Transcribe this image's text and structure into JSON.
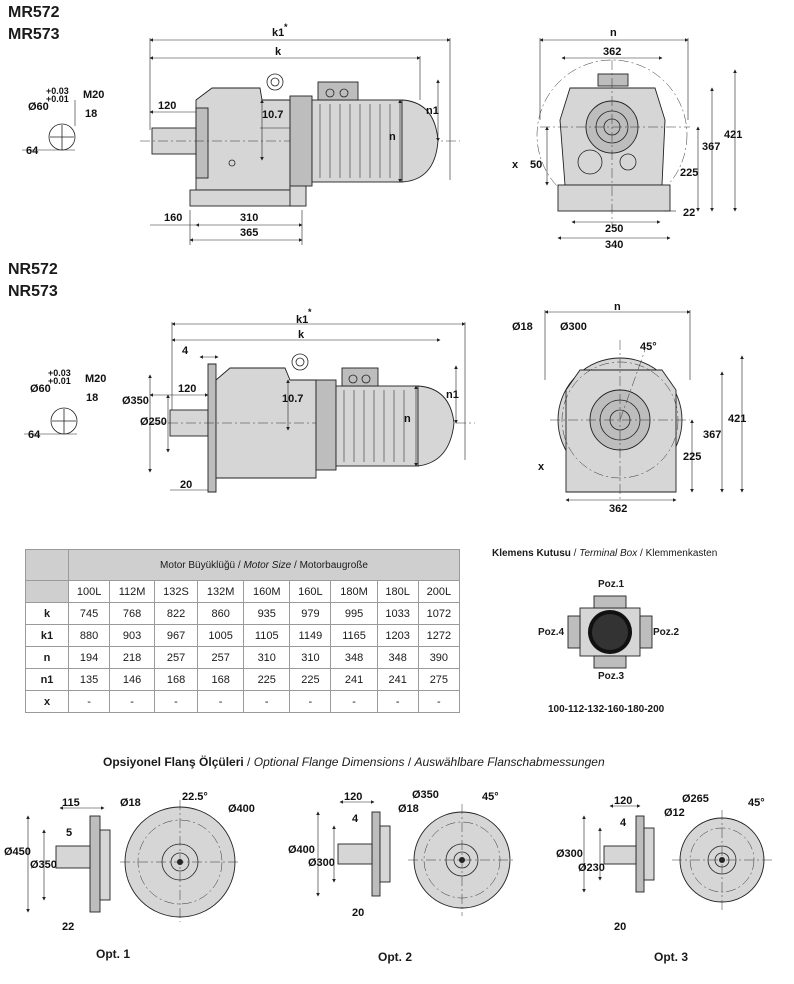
{
  "models_top": [
    "MR572",
    "MR573"
  ],
  "models_mid": [
    "NR572",
    "NR573"
  ],
  "dims_top": {
    "k1": "k1",
    "k1_star": "*",
    "k": "k",
    "n": "n",
    "n1": "n1",
    "d120": "120",
    "d107": "10.7",
    "d160": "160",
    "d310": "310",
    "d365": "365",
    "shaft_dia": "Ø60",
    "tol_plus": "+0.03",
    "tol_plus2": "+0.01",
    "thread": "M20",
    "d18": "18",
    "d64": "64",
    "e362": "362",
    "e421": "421",
    "e367": "367",
    "e225": "225",
    "e50": "50",
    "ex": "x",
    "e250": "250",
    "e22": "22",
    "e340": "340"
  },
  "dims_mid": {
    "k1": "k1",
    "k1_star": "*",
    "k": "k",
    "n": "n",
    "n1": "n1",
    "d4": "4",
    "d120": "120",
    "d107": "10.7",
    "d350": "Ø350",
    "d250": "Ø250",
    "d20": "20",
    "shaft_dia": "Ø60",
    "tol_plus": "+0.03",
    "tol_plus2": "+0.01",
    "thread": "M20",
    "d18": "18",
    "d64": "64",
    "e_d18": "Ø18",
    "e_d300": "Ø300",
    "e45": "45°",
    "e421": "421",
    "e367": "367",
    "e225": "225",
    "ex": "x",
    "e362": "362"
  },
  "table": {
    "caption_tr": "Motor Büyüklüğü",
    "caption_en": "Motor Size",
    "caption_de": "Motorbaugroße",
    "sep": " / ",
    "sizes": [
      "100L",
      "112M",
      "132S",
      "132M",
      "160M",
      "160L",
      "180M",
      "180L",
      "200L"
    ],
    "rows": [
      {
        "label": "k",
        "values": [
          "745",
          "768",
          "822",
          "860",
          "935",
          "979",
          "995",
          "1033",
          "1072"
        ]
      },
      {
        "label": "k1",
        "values": [
          "880",
          "903",
          "967",
          "1005",
          "1105",
          "1149",
          "1165",
          "1203",
          "1272"
        ]
      },
      {
        "label": "n",
        "values": [
          "194",
          "218",
          "257",
          "257",
          "310",
          "310",
          "348",
          "348",
          "390"
        ]
      },
      {
        "label": "n1",
        "values": [
          "135",
          "146",
          "168",
          "168",
          "225",
          "225",
          "241",
          "241",
          "275"
        ]
      },
      {
        "label": "x",
        "values": [
          "-",
          "-",
          "-",
          "-",
          "-",
          "-",
          "-",
          "-",
          "-"
        ]
      }
    ]
  },
  "terminal_box": {
    "title_tr": "Klemens Kutusu",
    "title_en": "Terminal Box",
    "title_de": "Klemmenkasten",
    "sep": " / ",
    "pos1": "Poz.1",
    "pos2": "Poz.2",
    "pos3": "Poz.3",
    "pos4": "Poz.4",
    "sizes": "100-112-132-160-180-200"
  },
  "flange_section": {
    "title_tr": "Opsiyonel Flanş Ölçüleri",
    "title_en": "Optional Flange Dimensions",
    "title_de": "Auswählbare Flanschabmessungen",
    "sep": " / "
  },
  "opt1": {
    "label": "Opt. 1",
    "d115": "115",
    "d5": "5",
    "d450": "Ø450",
    "d350": "Ø350",
    "d22": "22",
    "d18": "Ø18",
    "a225": "22.5°",
    "d400": "Ø400"
  },
  "opt2": {
    "label": "Opt. 2",
    "d120": "120",
    "d4": "4",
    "d400": "Ø400",
    "d300": "Ø300",
    "d20": "20",
    "d350": "Ø350",
    "d18": "Ø18",
    "a45": "45°"
  },
  "opt3": {
    "label": "Opt. 3",
    "d120": "120",
    "d4": "4",
    "d300": "Ø300",
    "d230": "Ø230",
    "d20": "20",
    "d265": "Ø265",
    "d12": "Ø12",
    "a45": "45°"
  }
}
